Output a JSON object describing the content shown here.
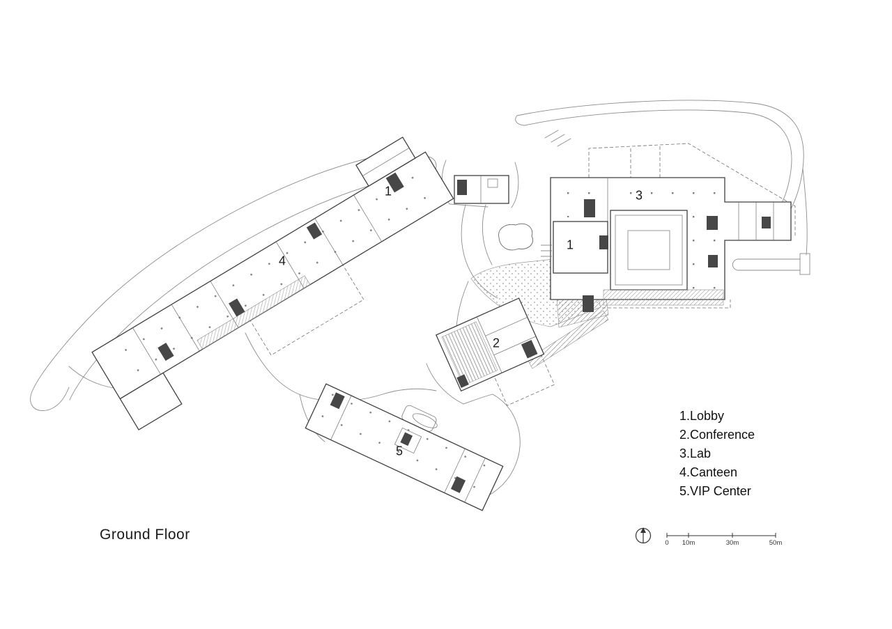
{
  "title": "Ground Floor",
  "legend": {
    "items": [
      {
        "label": "1.Lobby"
      },
      {
        "label": "2.Conference"
      },
      {
        "label": "3.Lab"
      },
      {
        "label": "4.Canteen"
      },
      {
        "label": "5.VIP Center"
      }
    ]
  },
  "plan_numbers": [
    {
      "text": "1"
    },
    {
      "text": "4"
    },
    {
      "text": "1"
    },
    {
      "text": "3"
    },
    {
      "text": "2"
    },
    {
      "text": "5"
    }
  ],
  "scale_bar": {
    "ticks": [
      "0",
      "10m",
      "30m",
      "50m"
    ]
  }
}
